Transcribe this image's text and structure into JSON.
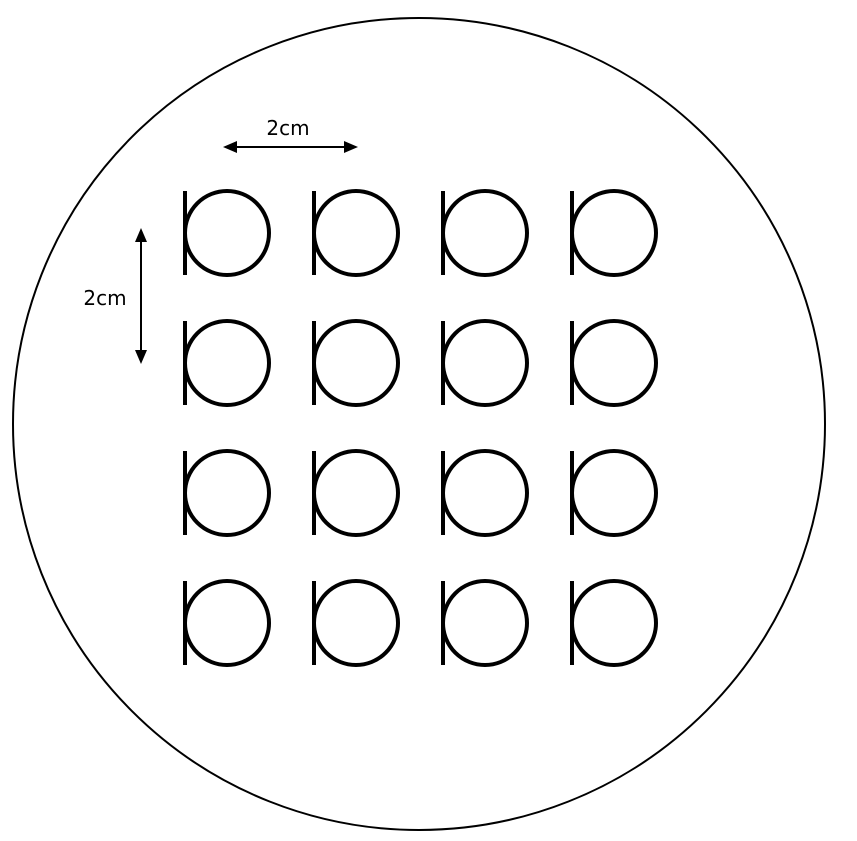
{
  "diagram": {
    "horizontal_spacing_label": "2cm",
    "vertical_spacing_label": "2cm",
    "grid": {
      "rows": 4,
      "columns": 4
    },
    "motif": "circle-with-left-bar",
    "colors": {
      "stroke": "#000000",
      "background": "#ffffff"
    }
  }
}
